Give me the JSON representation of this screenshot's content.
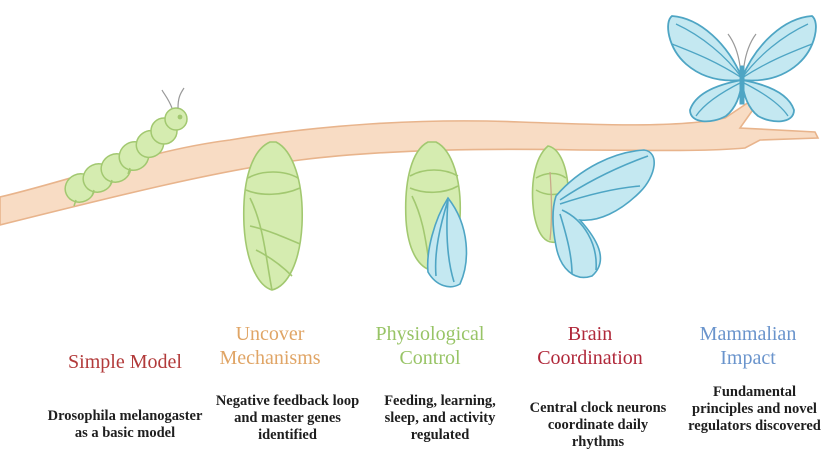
{
  "colors": {
    "branch_fill": "#f8dcc4",
    "branch_stroke": "#e8b48c",
    "larva_fill": "#d5ecb0",
    "larva_stroke": "#a2c870",
    "wing_fill": "#c4e8f1",
    "wing_stroke": "#4ea5c4",
    "stage1": "#b23a3a",
    "stage2": "#e0a566",
    "stage3": "#98c466",
    "stage4": "#b0283a",
    "stage5": "#6a94cc"
  },
  "stages": [
    {
      "icon": "caterpillar-icon",
      "title": "Simple Model",
      "description": "Drosophila melanogaster as a basic model"
    },
    {
      "icon": "chrysalis-icon",
      "title": "Uncover Mechanisms",
      "description": "Negative feedback loop and master genes identified"
    },
    {
      "icon": "chrysalis-wing-icon",
      "title": "Physiological Control",
      "description": "Feeding, learning, sleep, and activity regulated"
    },
    {
      "icon": "emerging-butterfly-icon",
      "title": "Brain Coordination",
      "description": "Central clock neurons coordinate daily rhythms"
    },
    {
      "icon": "butterfly-icon",
      "title": "Mammalian Impact",
      "description": "Fundamental principles and novel regulators discovered"
    }
  ]
}
